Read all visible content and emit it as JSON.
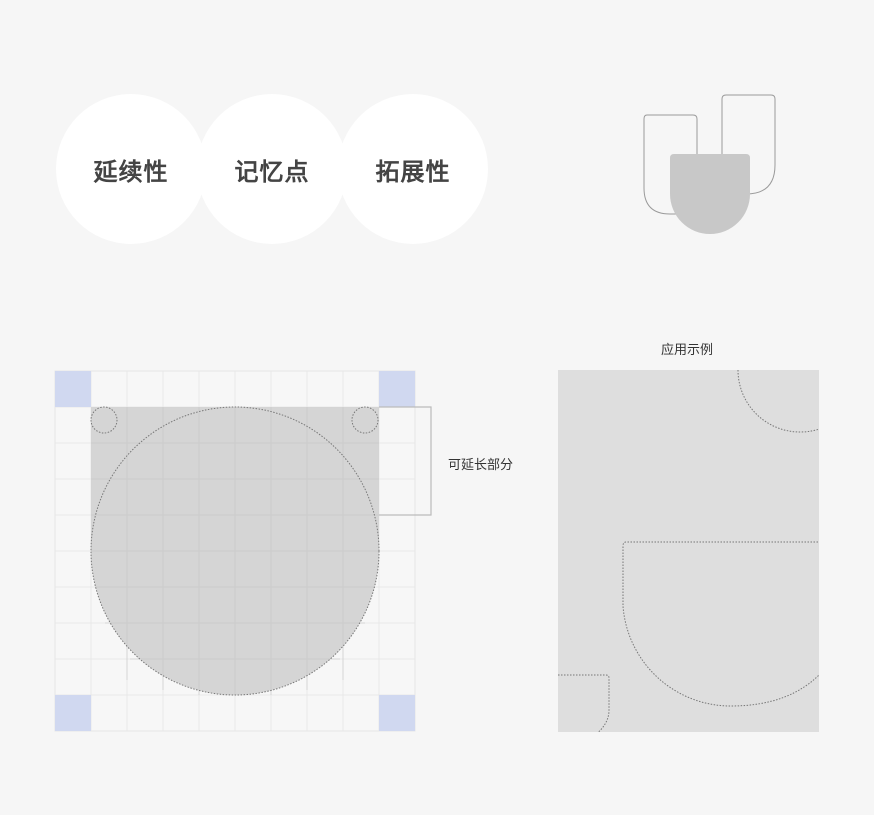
{
  "keywords": [
    {
      "label": "延续性"
    },
    {
      "label": "记忆点"
    },
    {
      "label": "拓展性"
    }
  ],
  "annotations": {
    "extendable_part": "可延长部分",
    "application_example": "应用示例"
  },
  "colors": {
    "background": "#f6f6f6",
    "circle_fill": "#ffffff",
    "shape_fill": "#c8c8c8",
    "grid_shape_fill": "#d3d3d3",
    "corner_marker": "#d0d8f0",
    "example_bg": "#dedede",
    "dotted_stroke": "#777777"
  }
}
